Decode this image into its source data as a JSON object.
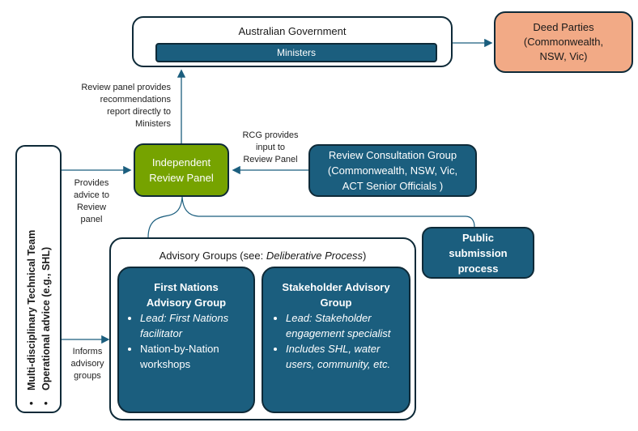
{
  "australian_government": {
    "title": "Australian Government",
    "ministers_label": "Ministers"
  },
  "deed_parties": {
    "line1": "Deed Parties",
    "line2": "(Commonwealth,",
    "line3": "NSW, Vic)"
  },
  "review_panel_note": {
    "line1": "Review panel provides",
    "line2": "recommendations",
    "line3": "report directly to",
    "line4": "Ministers"
  },
  "independent_review_panel": {
    "line1": "Independent",
    "line2": "Review Panel"
  },
  "rcg_note": {
    "line1": "RCG provides",
    "line2": "input to",
    "line3": "Review Panel"
  },
  "review_consultation_group": {
    "line1": "Review Consultation Group",
    "line2": "(Commonwealth, NSW, Vic,",
    "line3": "ACT Senior Officials )"
  },
  "technical_team": {
    "item1": "Multi-disciplinary Technical Team",
    "item2": "Operational advice (e.g., SHL)"
  },
  "provides_advice_note": {
    "line1": "Provides",
    "line2": "advice to",
    "line3": "Review",
    "line4": "panel"
  },
  "informs_note": {
    "line1": "Informs",
    "line2": "advisory",
    "line3": "groups"
  },
  "advisory_groups": {
    "title_prefix": "Advisory Groups (see: ",
    "title_italic": "Deliberative Process",
    "title_suffix": ")"
  },
  "first_nations": {
    "title1": "First Nations",
    "title2": "Advisory Group",
    "bullet1": "Lead: First Nations facilitator",
    "bullet2": "Nation-by-Nation workshops"
  },
  "stakeholder": {
    "title1": "Stakeholder Advisory",
    "title2": "Group",
    "bullet1": "Lead: Stakeholder engagement specialist",
    "bullet2": "Includes SHL, water users, community, etc."
  },
  "public_submission": {
    "line1": "Public",
    "line2": "submission",
    "line3": "process"
  },
  "colors": {
    "dark_blue": "#1b5e7e",
    "green": "#76a300",
    "salmon": "#f2aa86",
    "border": "#0e2a38"
  }
}
